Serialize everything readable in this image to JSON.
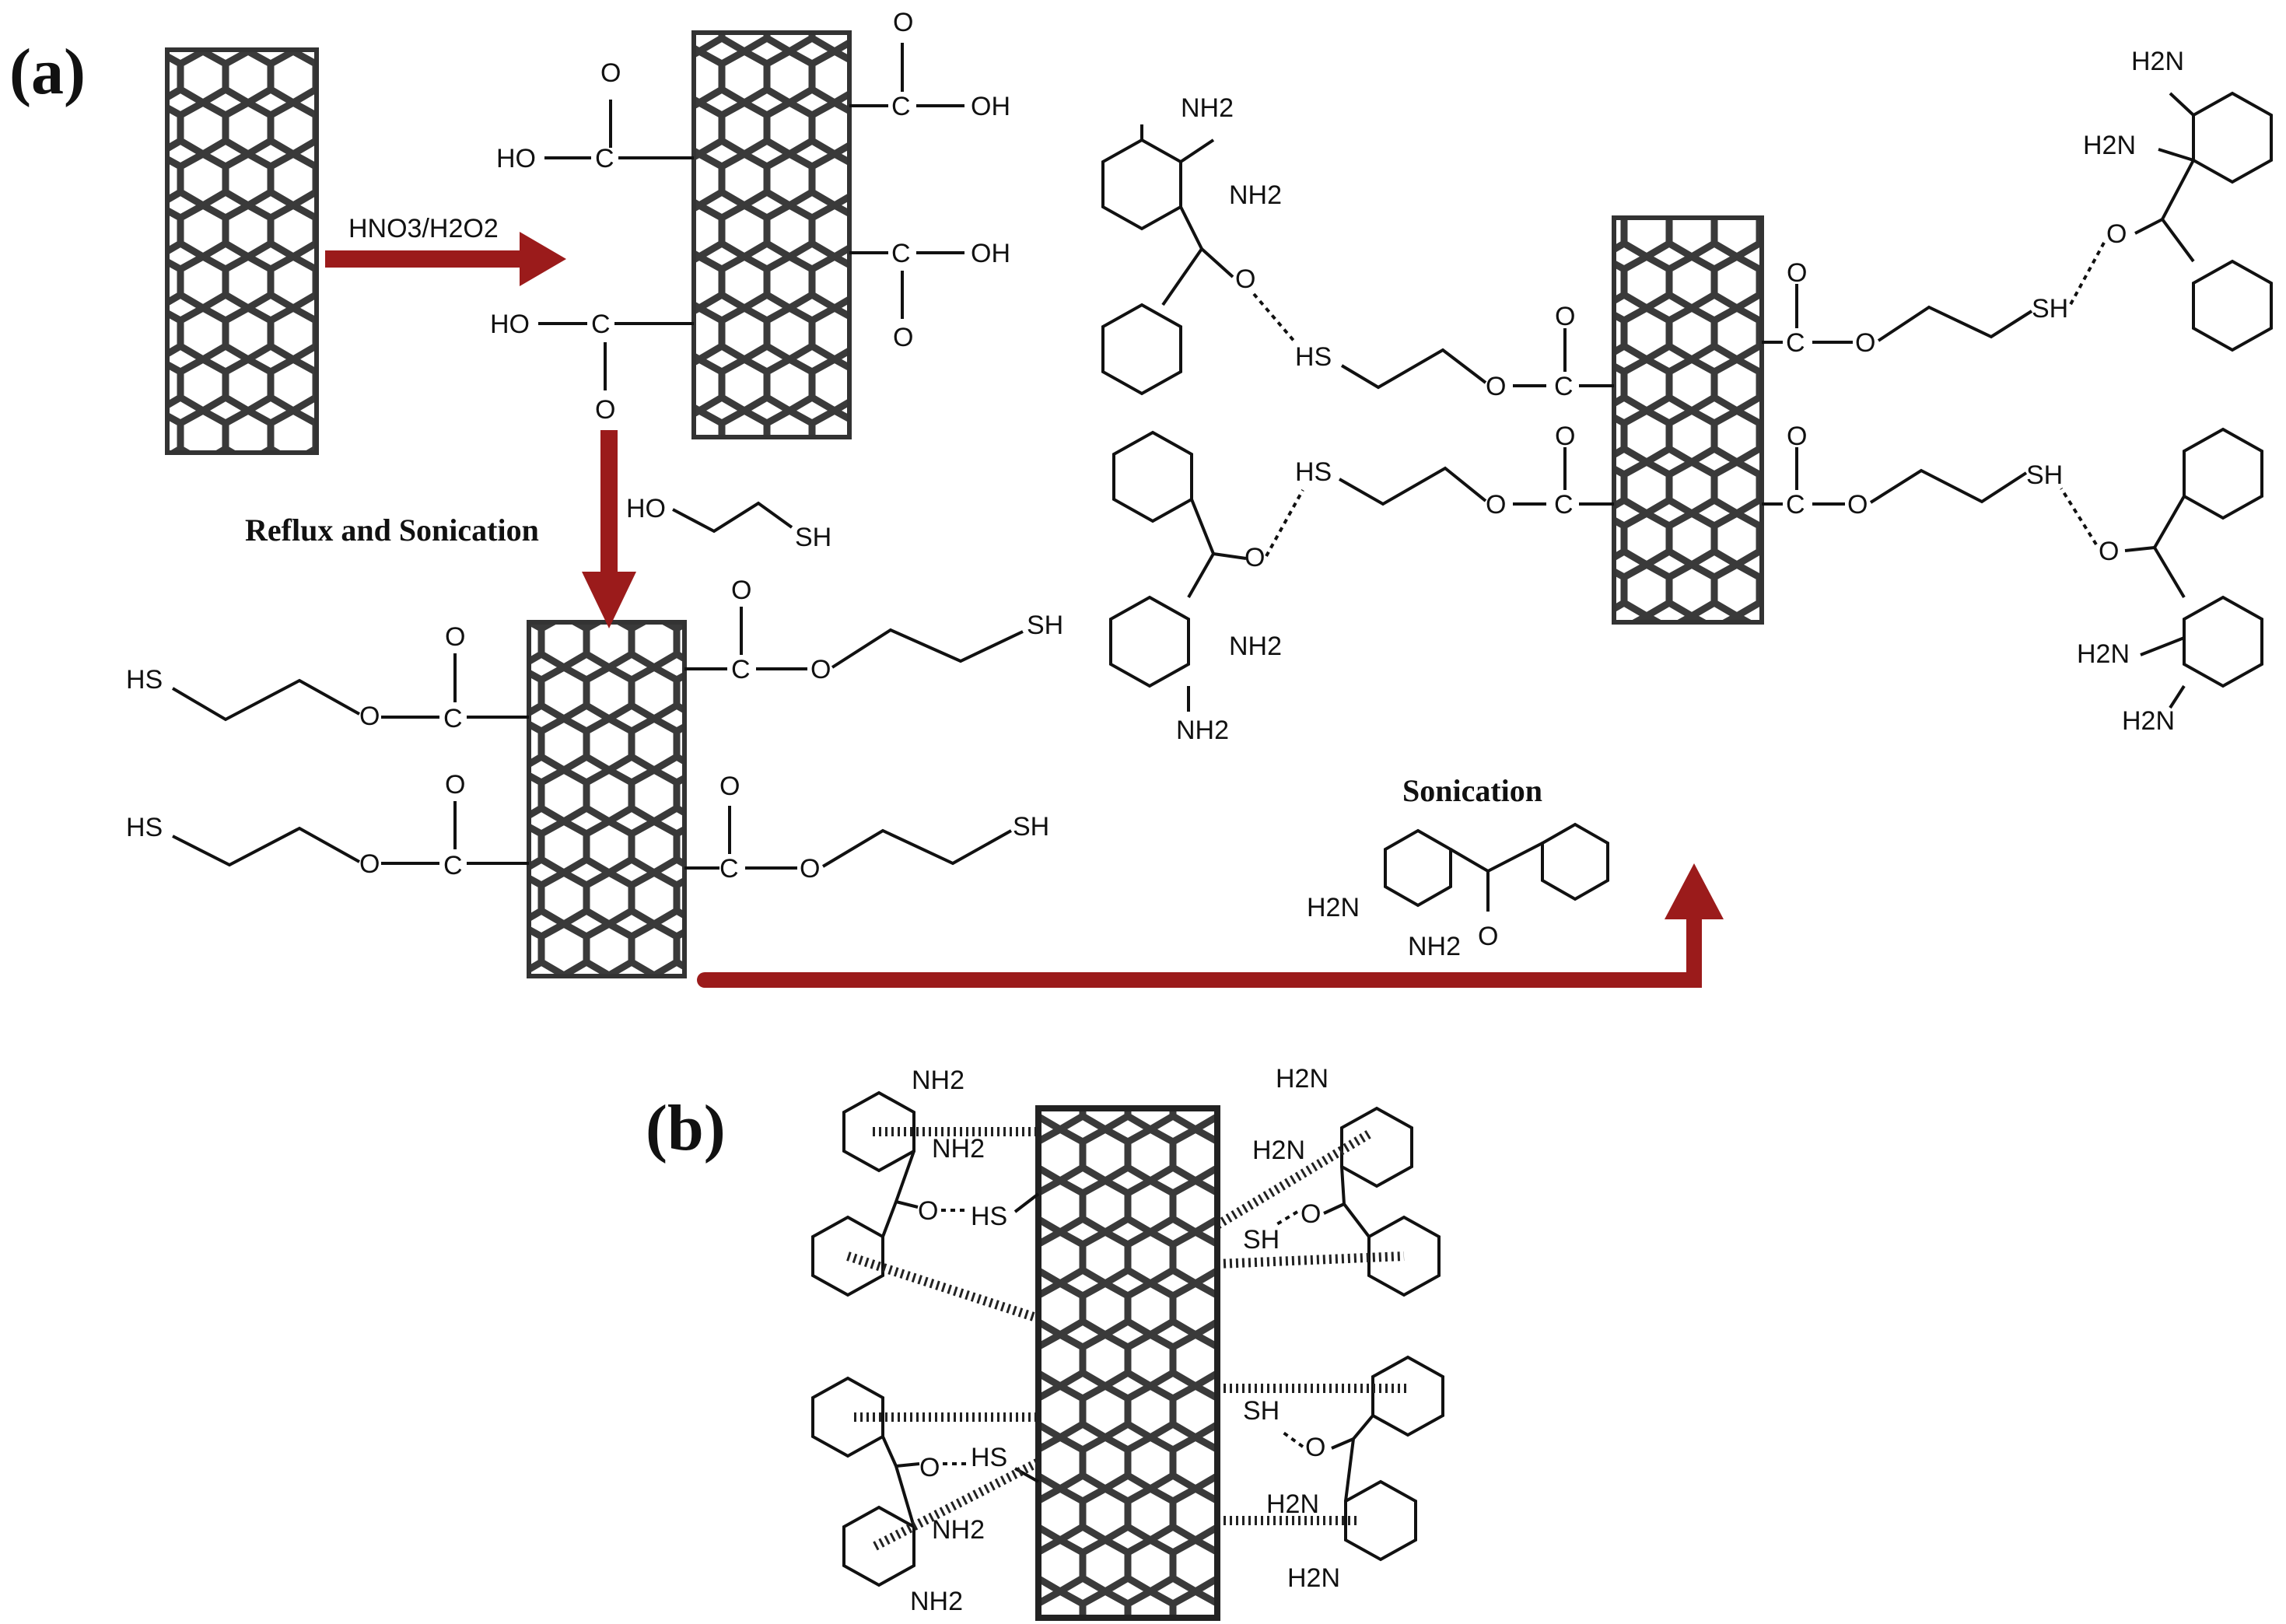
{
  "panels": {
    "a": "(a)",
    "b": "(b)"
  },
  "colors": {
    "arrow": "#9b1b1b",
    "ink": "#111111",
    "tube_stroke": "#3a3a3a"
  },
  "icons": {
    "tube": "carbon-nanotube-icon",
    "ring": "benzene-ring-icon"
  },
  "reagents": {
    "oxidation": "HNO3/H2O2",
    "esterification": "Reflux and Sonication",
    "mercaptoethanol_ho": "HO",
    "mercaptoethanol_sh": "SH",
    "functionalization": "Sonication",
    "amine_nh2_a": "H2N",
    "amine_nh2_b": "NH2",
    "amine_o": "O"
  },
  "groups": {
    "hydroxyl": "HO",
    "hydroxyl_r": "OH",
    "carbon": "C",
    "oxygen": "O",
    "thiol_l": "HS",
    "thiol_r": "SH",
    "amine_r": "NH2",
    "amine_l": "H2N"
  }
}
